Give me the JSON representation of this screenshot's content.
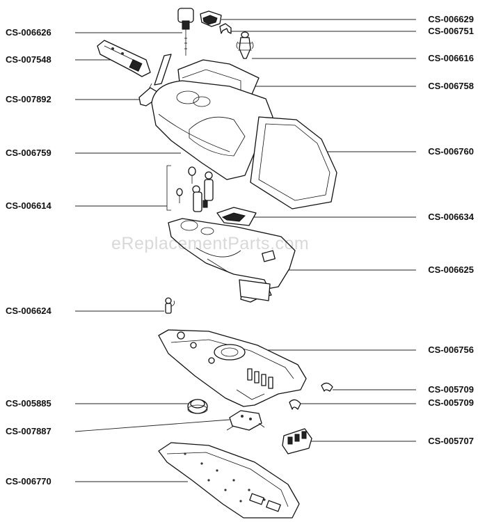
{
  "watermark": "eReplacementParts.com",
  "callouts": {
    "left": [
      {
        "id": "CS-006626"
      },
      {
        "id": "CS-007548"
      },
      {
        "id": "CS-007892"
      },
      {
        "id": "CS-006759"
      },
      {
        "id": "CS-006614"
      },
      {
        "id": "CS-006624"
      },
      {
        "id": "CS-005885"
      },
      {
        "id": "CS-007887"
      },
      {
        "id": "CS-006770"
      }
    ],
    "right": [
      {
        "id": "CS-006629"
      },
      {
        "id": "CS-006751"
      },
      {
        "id": "CS-006616"
      },
      {
        "id": "CS-006758"
      },
      {
        "id": "CS-006760"
      },
      {
        "id": "CS-006634"
      },
      {
        "id": "CS-006625"
      },
      {
        "id": "CS-006756"
      },
      {
        "id": "CS-005709"
      },
      {
        "id": "CS-005709"
      },
      {
        "id": "CS-005707"
      }
    ]
  }
}
